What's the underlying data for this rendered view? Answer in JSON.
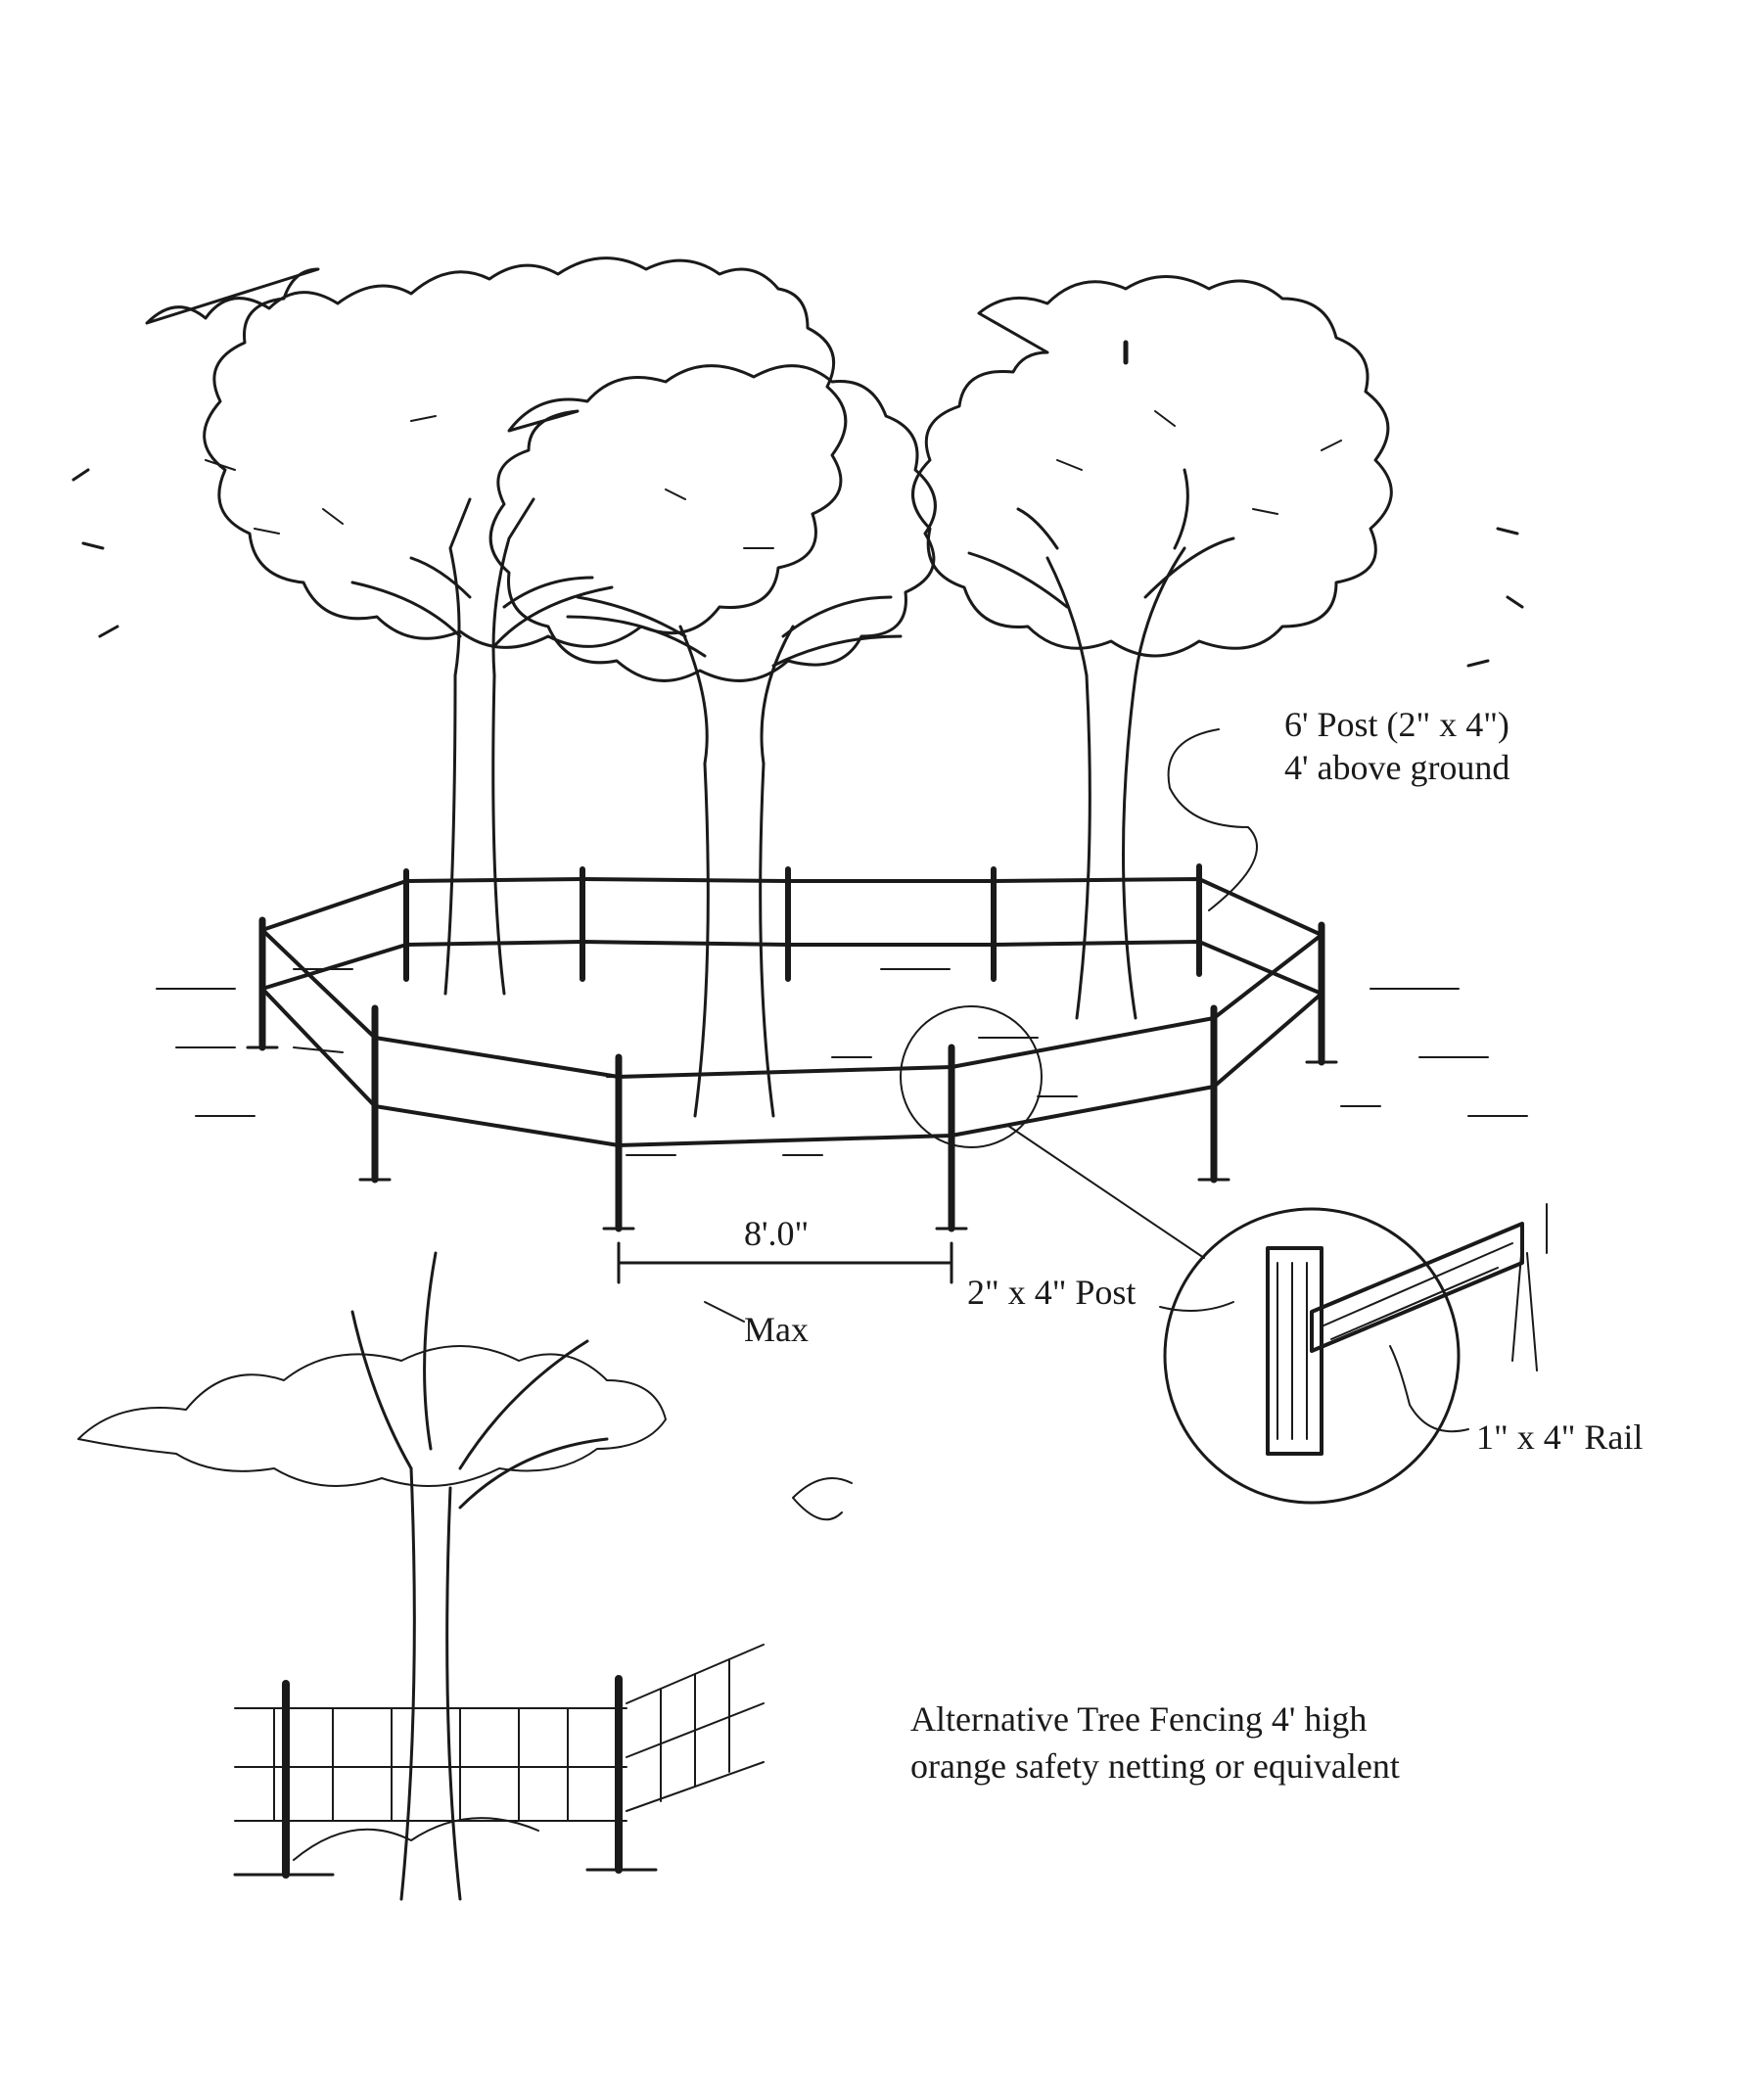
{
  "labels": {
    "post_6ft_line1": "6' Post (2\" x 4\")",
    "post_6ft_line2": "4' above ground",
    "spacing": "8'.0\"",
    "max": "Max",
    "post_2x4": "2\" x 4\" Post",
    "rail_1x4": "1\" x 4\" Rail",
    "alternative_line1": "Alternative Tree Fencing 4' high",
    "alternative_line2": "orange safety netting or equivalent"
  },
  "colors": {
    "ink": "#1a1a1a",
    "background": "#ffffff"
  }
}
